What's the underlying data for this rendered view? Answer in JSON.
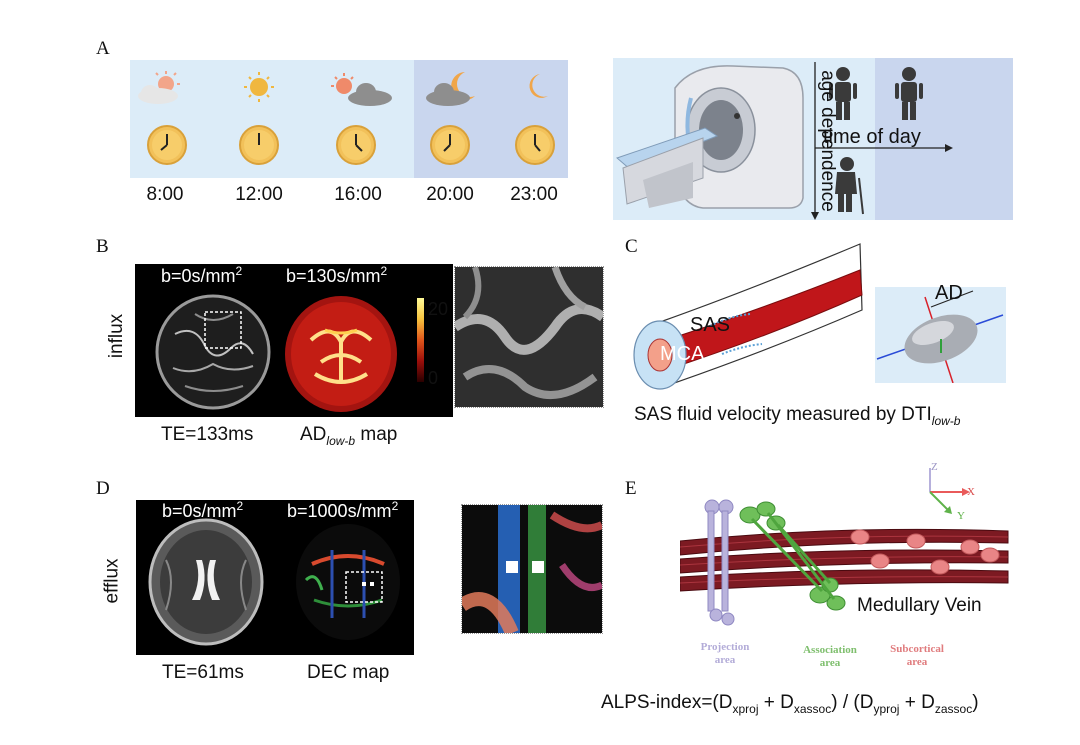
{
  "panels": {
    "a": "A",
    "b": "B",
    "c": "C",
    "d": "D",
    "e": "E"
  },
  "panel_a": {
    "times": [
      "8:00",
      "12:00",
      "16:00",
      "20:00",
      "23:00"
    ],
    "right_labels": {
      "age": "age dependence",
      "time": "time of day"
    }
  },
  "panel_b": {
    "row_label": "influx",
    "img1_top": "b=0s/mm",
    "img1_top_sup": "2",
    "img2_top": "b=130s/mm",
    "img2_top_sup": "2",
    "colorbar_max": "20",
    "colorbar_min": "0",
    "img1_bottom": "TE=133ms",
    "img2_bottom_main": "AD",
    "img2_bottom_sub": "low-b",
    "img2_bottom_tail": " map"
  },
  "panel_c": {
    "sas": "SAS",
    "mca": "MCA",
    "ad": "AD",
    "caption_main": "SAS fluid velocity measured by DTI",
    "caption_sub": "low-b"
  },
  "panel_d": {
    "row_label": "efflux",
    "img1_top": "b=0s/mm",
    "img1_top_sup": "2",
    "img2_top": "b=1000s/mm",
    "img2_top_sup": "2",
    "img1_bottom": "TE=61ms",
    "img2_bottom": "DEC map"
  },
  "panel_e": {
    "axes": {
      "z": "Z",
      "x": "X",
      "y": "Y"
    },
    "medullary": "Medullary Vein",
    "projection_1": "Projection",
    "projection_2": "area",
    "association_1": "Association",
    "association_2": "area",
    "subcortical_1": "Subcortical",
    "subcortical_2": "area",
    "formula": {
      "prefix": "ALPS-index=(D",
      "s1": "xproj",
      "p2": " + D",
      "s2": "xassoc",
      "p3": ") / (D",
      "s3": "yproj",
      "p4": " + D",
      "s4": "zassoc",
      "p5": ")"
    }
  },
  "colors": {
    "day_bg": "#dcecf8",
    "night_bg": "#c9d6ee",
    "vessel_red": "#c0161a",
    "association_green": "#6fbf5a",
    "projection_purple": "#b9b3dc",
    "subcortical_red": "#e98586"
  }
}
